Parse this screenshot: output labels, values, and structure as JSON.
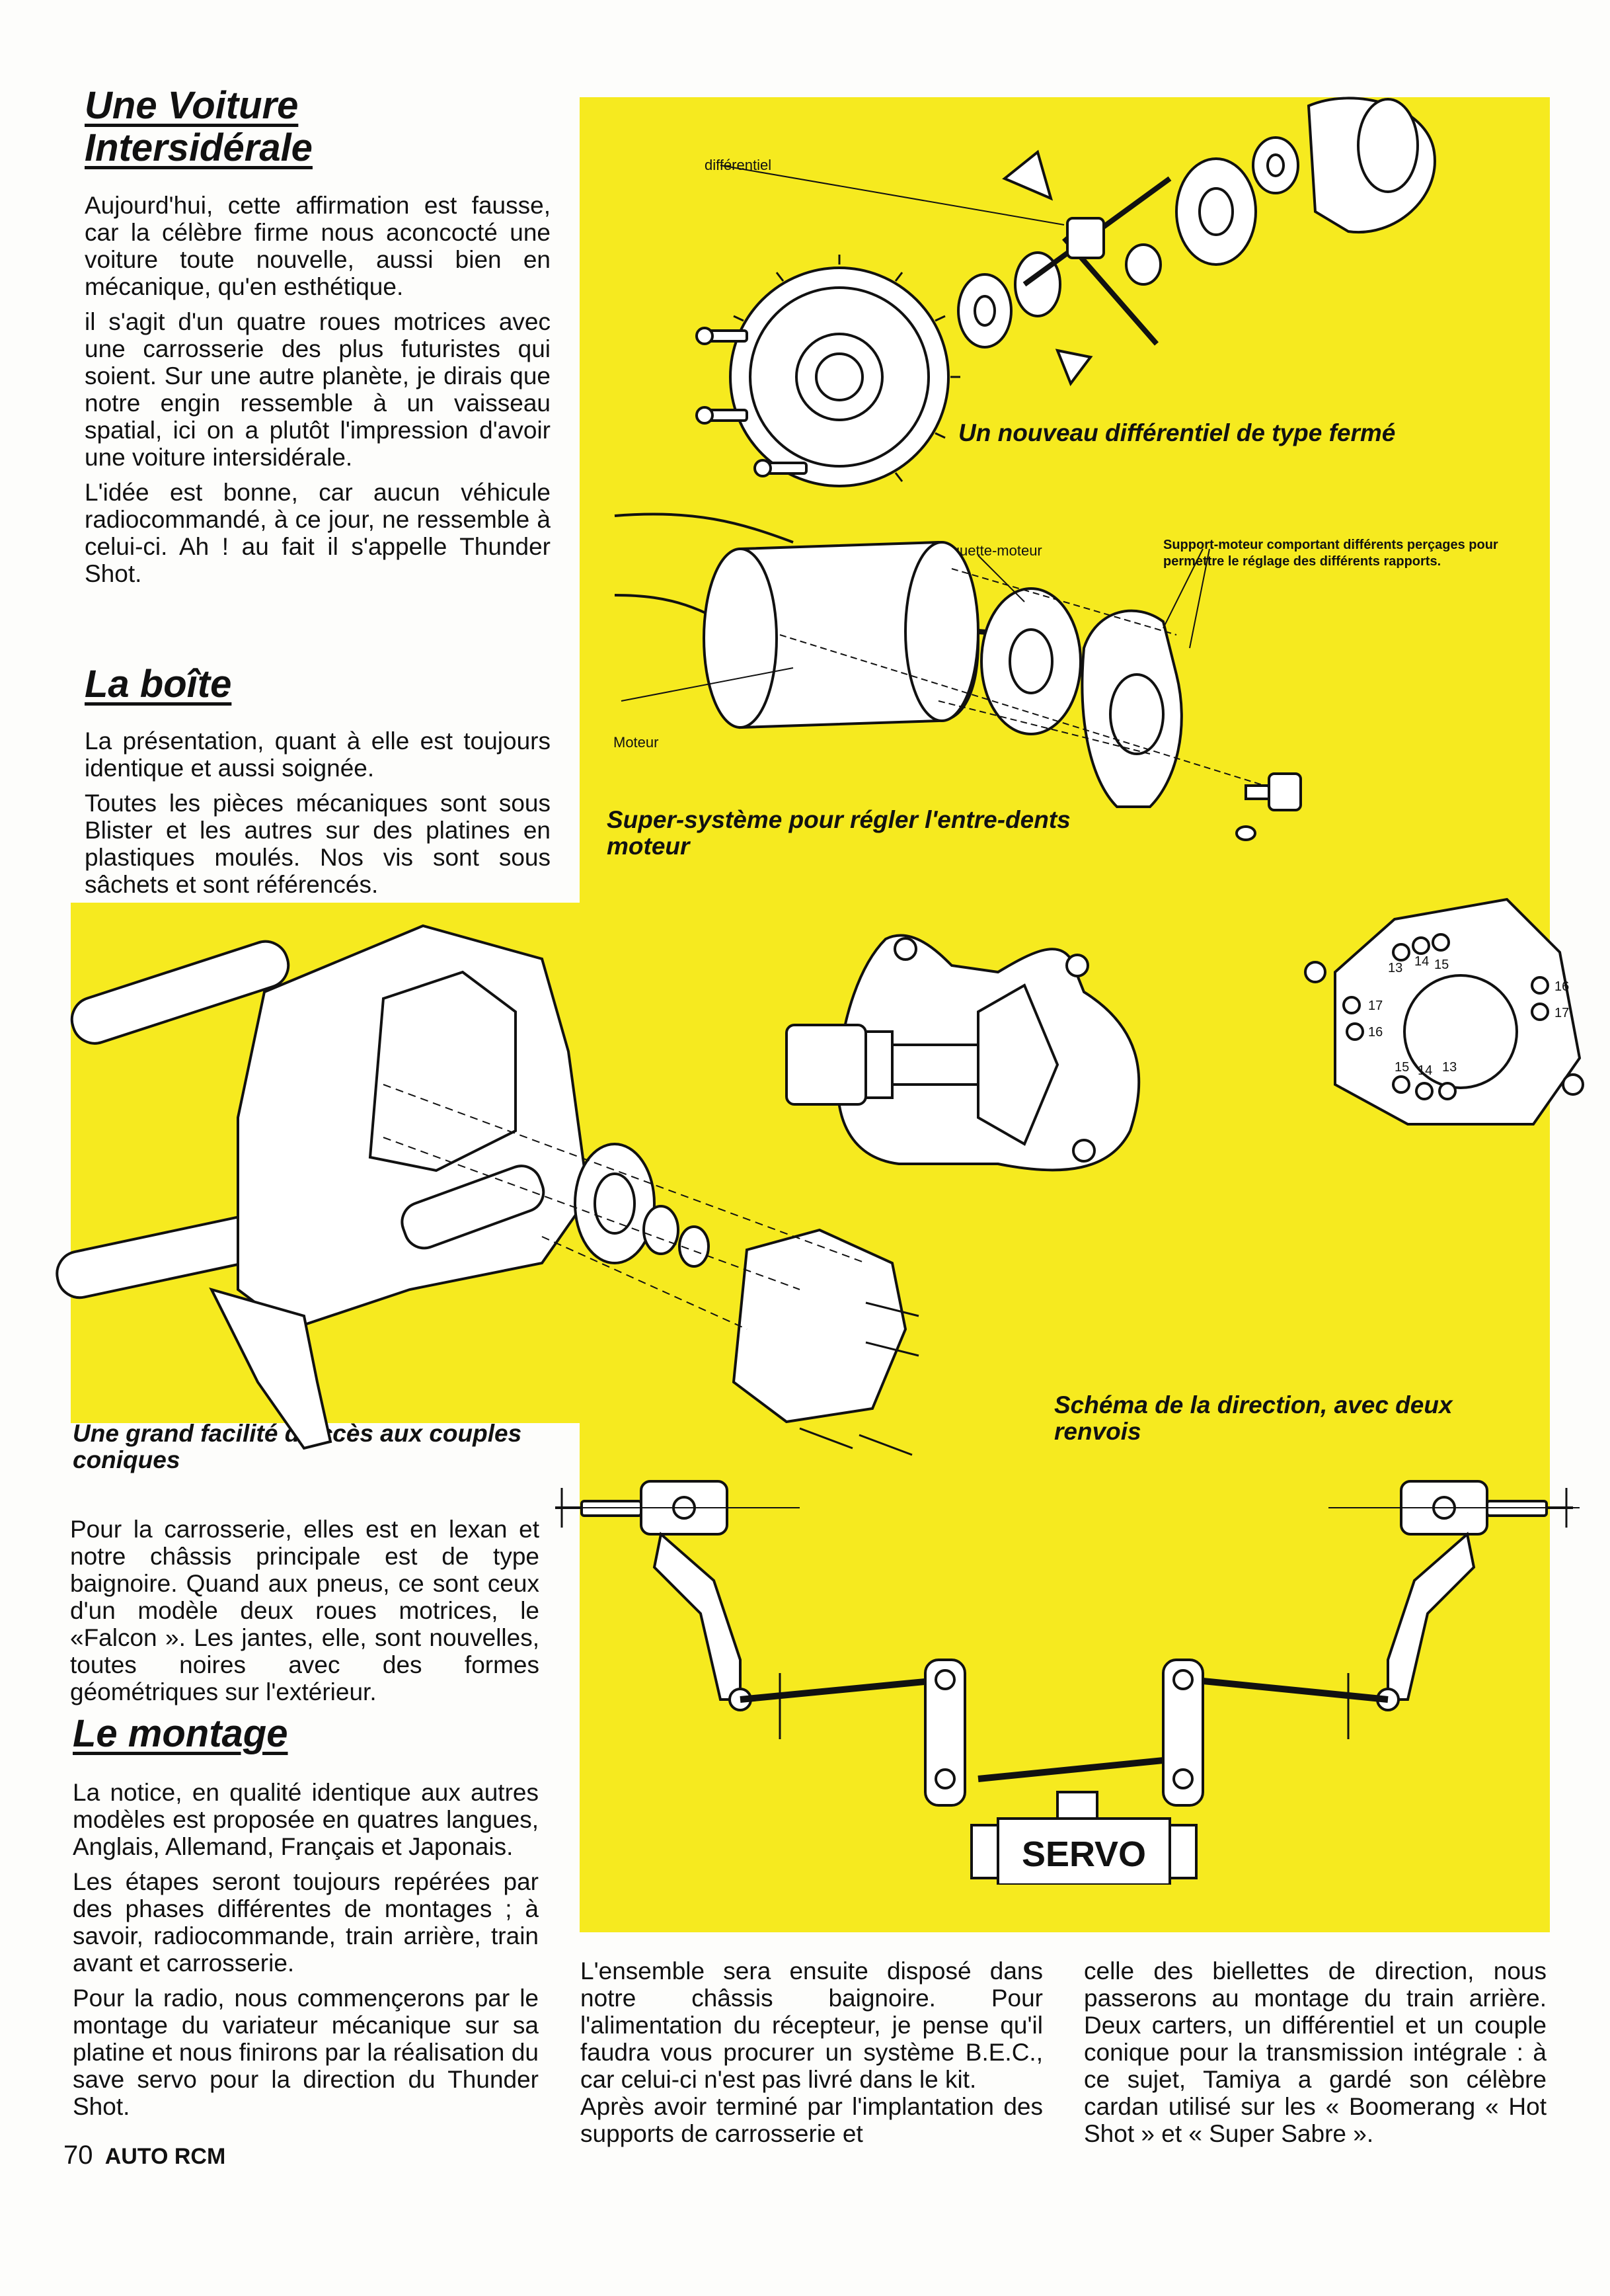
{
  "section1": {
    "title_line1": "Une Voiture",
    "title_line2": "Intersidérale",
    "paragraphs": [
      "Aujourd'hui, cette affirmation est fausse, car la célèbre firme nous aconcocté une voiture toute nouvelle, aussi bien en mécanique, qu'en esthétique.",
      "il s'agit d'un quatre roues motrices avec une carrosserie des plus futuristes qui soient. Sur une autre planète, je dirais que notre engin ressemble à un vaisseau spatial, ici on a plutôt l'impression d'avoir une voiture intersidérale.",
      "L'idée est bonne, car aucun véhicule radiocommandé, à ce jour, ne ressemble à celui-ci. Ah ! au fait il s'appelle Thunder Shot."
    ]
  },
  "section2": {
    "title": "La boîte",
    "paragraphs": [
      "La présentation, quant à elle est toujours identique et aussi soignée.",
      "Toutes les pièces mécaniques sont sous Blister et les autres sur des platines en plastiques moulés. Nos vis sont sous sâchets et sont référencés."
    ]
  },
  "section3": {
    "paragraphs": [
      "Pour la carrosserie, elles est en lexan et notre châssis principale est de type baignoire. Quand aux pneus, ce sont ceux d'un modèle deux roues motrices, le «Falcon ». Les jantes, elle, sont nouvelles, toutes noires avec des formes géométriques sur l'extérieur."
    ]
  },
  "section4": {
    "title": "Le montage",
    "paragraphs": [
      "La notice, en qualité identique aux autres modèles est proposée en quatres langues, Anglais, Allemand, Français et Japonais.",
      "Les étapes seront toujours repérées par des phases différentes de montages ; à savoir, radiocommande, train arrière, train avant et carrosserie.",
      "Pour la radio, nous commençerons par le montage du variateur mécanique sur sa platine et nous finirons par la réalisation du save servo pour la direction du Thunder Shot."
    ]
  },
  "col2": {
    "paragraphs": [
      "L'ensemble sera ensuite disposé dans notre châssis baignoire. Pour l'alimentation du récepteur, je pense qu'il faudra vous procurer un système B.E.C., car celui-ci n'est pas livré dans le kit.",
      "Après avoir terminé par l'implantation des supports de carrosserie et"
    ]
  },
  "col3": {
    "paragraphs": [
      "celle des biellettes de direction, nous passerons au montage du train arrière. Deux carters, un différentiel et un couple conique pour la transmission intégrale : à ce sujet, Tamiya a gardé son célèbre cardan utilisé sur les « Boomerang « Hot Shot » et « Super Sabre »."
    ]
  },
  "figures": {
    "diff_label": "différentiel",
    "diff_caption": "Un nouveau différentiel de type fermé",
    "plaquette_label": "Plaquette-moteur",
    "support_label": "Support-moteur comportant différents perçages pour permettre le réglage des différents rapports.",
    "moteur_label": "Moteur",
    "motor_caption": "Super-système pour régler l'entre-dents moteur",
    "gearbox_caption": "Une grand facilité d'accès aux couples coniques",
    "steering_caption": "Schéma de la direction, avec deux renvois",
    "servo_label": "SERVO",
    "plate_numbers": [
      "13",
      "14",
      "15",
      "16",
      "17",
      "17",
      "16",
      "15",
      "14",
      "13"
    ]
  },
  "footer": {
    "page_number": "70",
    "magazine": "AUTO RCM"
  },
  "colors": {
    "yellow": "#f6ea1f",
    "ink": "#111111",
    "paper": "#fdfdfb"
  }
}
